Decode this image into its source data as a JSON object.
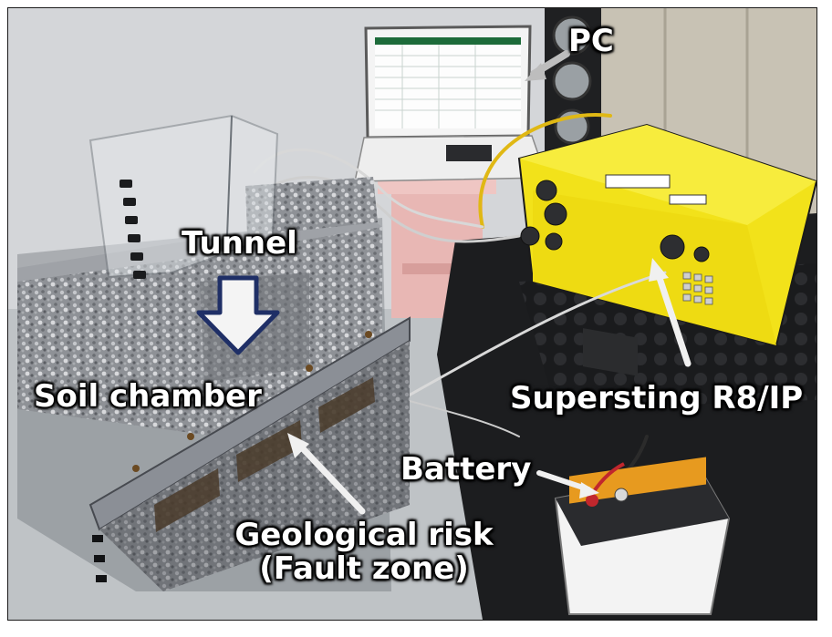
{
  "labels": {
    "pc": "PC",
    "tunnel": "Tunnel",
    "soil_chamber": "Soil chamber",
    "supersting": "Supersting R8/IP",
    "battery": "Battery",
    "geological_line1": "Geological risk",
    "geological_line2": "(Fault zone)"
  },
  "colors": {
    "wall": "#d4d6d9",
    "floor": "#bfc3c6",
    "instrument_yellow": "#f2e21a",
    "case_black": "#1c1d1f",
    "stool_pink": "#e8b7b4",
    "arrow_blue": "#1f2f66"
  }
}
